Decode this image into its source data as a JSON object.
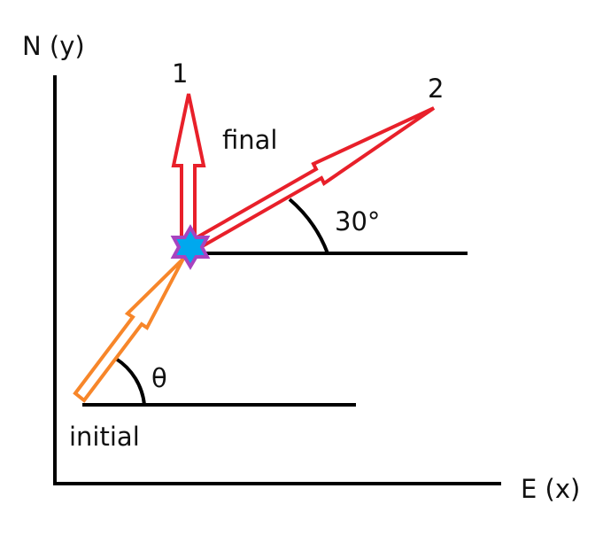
{
  "axes": {
    "y_label": "N (y)",
    "x_label": "E (x)"
  },
  "vectors": {
    "vector_1_label": "1",
    "vector_2_label": "2",
    "final_label": "final",
    "initial_label": "initial"
  },
  "angles": {
    "angle_2_label": "30°",
    "angle_initial_label": "θ"
  },
  "colors": {
    "final": "#e8202a",
    "initial": "#f7862a",
    "star_fill": "#00a8ee",
    "star_stroke": "#a843c0",
    "line": "#000000"
  }
}
